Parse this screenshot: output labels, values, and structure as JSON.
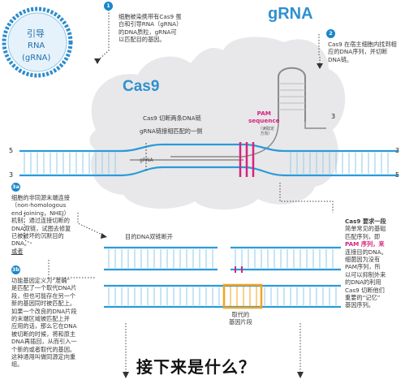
{
  "guide_rna": {
    "line1": "引导",
    "line2": "RNA",
    "line3": "(gRNA)"
  },
  "step1": {
    "badge": "1",
    "lines": [
      "细胞被染携带有Cas9 蛋",
      "白和引导RNA（gRNA）",
      "的DNA质粒，gRNA可",
      "以匹配目的基因。"
    ]
  },
  "grna_label": "gRNA",
  "step2": {
    "badge": "2",
    "lines": [
      "Cas9 在宿主细胞内找到相",
      "应的DNA序列，并切断",
      "DNA链。"
    ]
  },
  "cas9_label": "Cas9",
  "cut_text": {
    "line1": "Cas9 切断两条DNA链",
    "line2": "gRNA链接相匹配的一侧"
  },
  "pam": {
    "line1": "PAM",
    "line2": "sequence",
    "note1": "（读取定",
    "note2": "方向）"
  },
  "grna_small": "gRNA",
  "strand_labels": {
    "top_left": "5",
    "bottom_left": "3",
    "top_right": "3",
    "bottom_right": "5",
    "grna_end": "3"
  },
  "step3a": {
    "badge": "3a",
    "lines": [
      "细胞的非同源末端连接",
      "（non-homologous",
      "end joining，NHEJ）",
      "机制，通过连接切断的",
      "DNA双链，试图去修复",
      "已被破坏的沉默目的",
      "DNA。"
    ],
    "link": "或者"
  },
  "break_label": "目的DNA双链断开",
  "step3b": {
    "badge": "3b",
    "lines": [
      "功能基因定义为“准确”",
      "是匹配了一个取代DNA片",
      "段，但也可能存在另一个",
      "新的基因同时被匹配上。",
      "如果一个改良的DNA片段",
      "的末端区域被匹配上并",
      "应用的话，那么它在DNA",
      "被切断的时候，将和原主",
      "DNA再插回，从而引入一",
      "个新的或者取代的基因。",
      "这种通用叫做同源定向重",
      "组。"
    ]
  },
  "replace_label": {
    "line1": "取代的",
    "line2": "基因片段"
  },
  "right_note": {
    "lines": [
      "Cas9 要求一段",
      "简单常见的基础",
      "匹配序列，即",
      "PAM 序列，来",
      "连接目的DNA。",
      "细菌因为没有",
      "PAM序列，所",
      "以可以抑制外来",
      "的DNA的利用",
      "Cas9 切断他们",
      "重要的“记忆”",
      "基因序列。"
    ]
  },
  "bottom_question": "接下来是什么？",
  "colors": {
    "accent": "#1a87c8",
    "pam": "#d6247f",
    "cloud": "#e9e9ea",
    "replace": "#f3a31d"
  }
}
